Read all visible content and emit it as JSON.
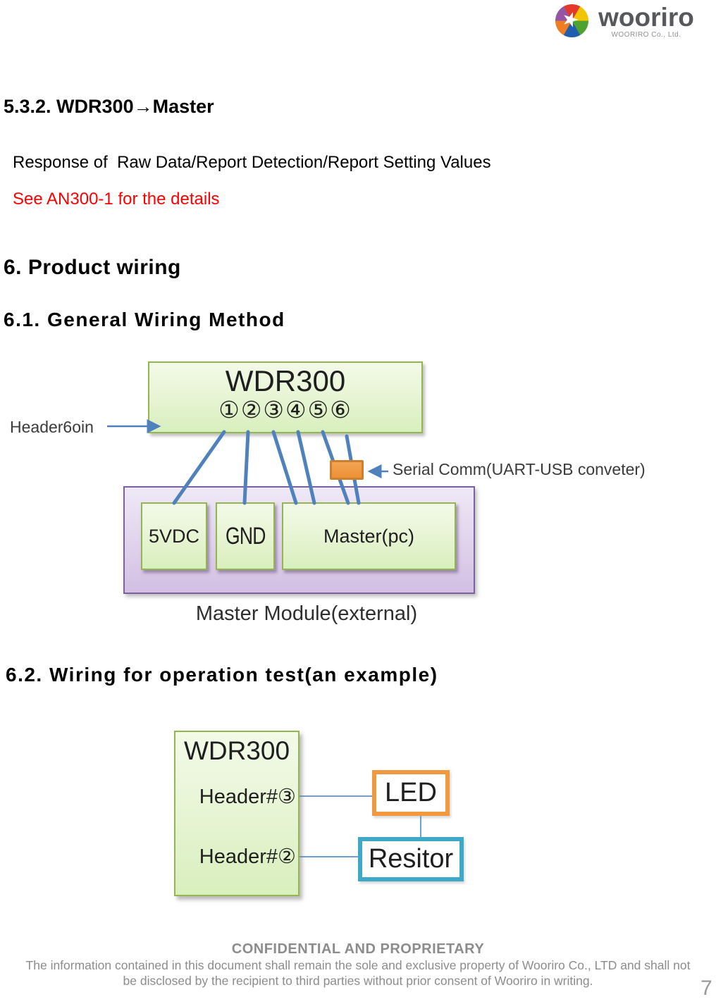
{
  "logo": {
    "brand": "wooriro",
    "tagline": "WOORIRO Co., Ltd."
  },
  "headings": {
    "s532": "5.3.2. WDR300→Master",
    "s6": "6. Product wiring",
    "s61": "6.1. General Wiring Method",
    "s62": "6.2. Wiring for operation test(an example)"
  },
  "paragraphs": {
    "response": "Response of  Raw Data/Report Detection/Report Setting Values",
    "note": "See AN300-1 for the details"
  },
  "diagram1": {
    "device_label": "WDR300",
    "pins": [
      "①",
      "②",
      "③",
      "④",
      "⑤",
      "⑥"
    ],
    "header_pointer": "Header6oin",
    "serial_pointer": "Serial Comm(UART-USB conveter)",
    "power_label": "5VDC",
    "ground_label": "GND",
    "master_label": "Master(pc)",
    "caption": "Master Module(external)"
  },
  "diagram2": {
    "device_label": "WDR300",
    "header3_label": "Header#③",
    "header2_label": "Header#②",
    "led_label": "LED",
    "resistor_label": "Resitor"
  },
  "footer": {
    "title": "CONFIDENTIAL AND PROPRIETARY",
    "line1": "The information contained in this document shall remain the sole and exclusive property of Wooriro Co., LTD and shall not",
    "line2": "be disclosed by the recipient to third parties without prior consent of Wooriro in writing.",
    "page_number": "7"
  },
  "colors": {
    "wire_blue": "#4F81BD",
    "thin_wire_blue": "#6F9FD8",
    "green_border": "#94B64E",
    "purple_border": "#7E5FA0",
    "orange": "#F0993F",
    "teal": "#3FA8C8",
    "note_red": "#FE0000",
    "footer_gray": "#8C8C8C"
  }
}
